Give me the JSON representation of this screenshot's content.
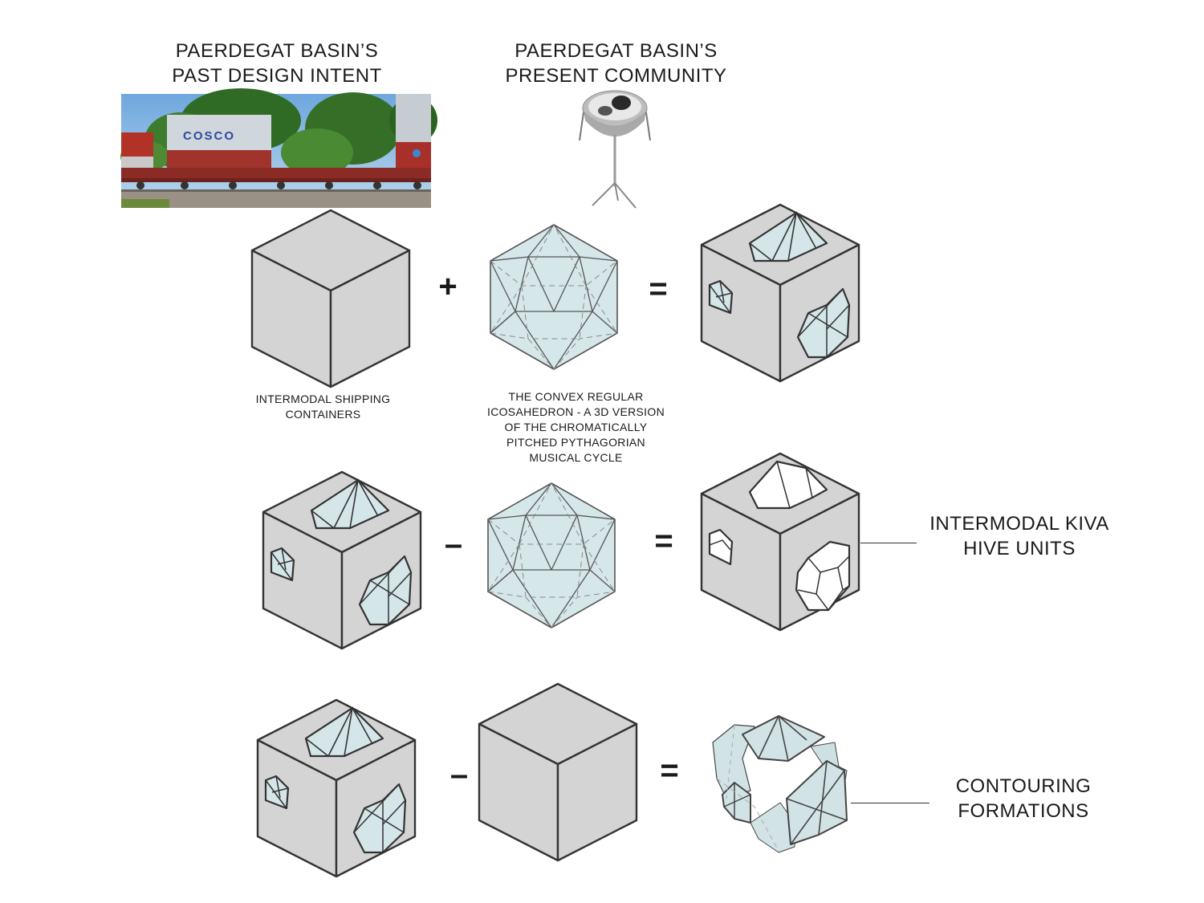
{
  "headings": {
    "past": [
      "PAERDEGAT BASIN’S",
      "PAST DESIGN INTENT"
    ],
    "present": [
      "PAERDEGAT BASIN’S",
      "PRESENT COMMUNITY"
    ]
  },
  "photos": {
    "train_container_text": "COSCO"
  },
  "captions": {
    "shipping": [
      "INTERMODAL SHIPPING",
      "CONTAINERS"
    ],
    "icosahedron": [
      "THE CONVEX REGULAR",
      "ICOSAHEDRON - A 3D VERSION",
      "OF THE CHROMATICALLY",
      "PITCHED PYTHAGORIAN",
      "MUSICAL CYCLE"
    ]
  },
  "operators": {
    "row1_op": "+",
    "row1_eq": "=",
    "row2_op": "–",
    "row2_eq": "=",
    "row3_op": "–",
    "row3_eq": "="
  },
  "results": {
    "kiva": [
      "INTERMODAL KIVA",
      "HIVE UNITS"
    ],
    "contouring": [
      "CONTOURING",
      "FORMATIONS"
    ]
  },
  "colors": {
    "cube_face": "#d3d3d3",
    "glass": "#d5e6e8",
    "stroke": "#333333",
    "container_red": "#a8302a"
  }
}
